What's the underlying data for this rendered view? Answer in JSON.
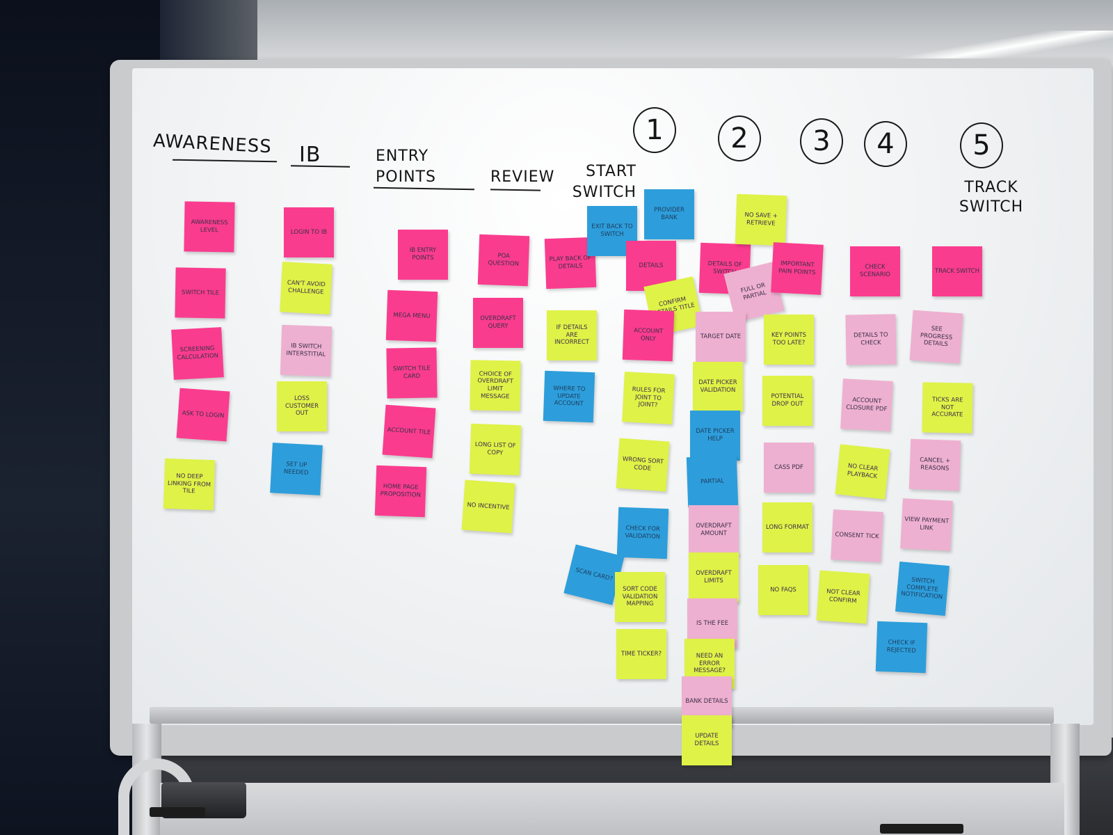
{
  "colors": {
    "pink": "#fa3c8e",
    "yellow": "#dff247",
    "blue": "#2d9edb",
    "light_pink": "#eeb0d0"
  },
  "headings": {
    "awareness": "AWARENESS",
    "ib": "IB",
    "entry_points": "ENTRY POINTS",
    "review": "REVIEW",
    "start_switch": "START SWITCH",
    "track_switch": "TRACK SWITCH"
  },
  "steps": [
    "1",
    "2",
    "3",
    "4",
    "5"
  ],
  "notes": [
    {
      "text": "AWARENESS LEVEL",
      "color": "pink"
    },
    {
      "text": "SWITCH TILE",
      "color": "pink"
    },
    {
      "text": "SCREENING CALCULATION",
      "color": "pink"
    },
    {
      "text": "ASK TO LOGIN",
      "color": "pink"
    },
    {
      "text": "NO DEEP LINKING FROM TILE",
      "color": "yellow"
    },
    {
      "text": "LOGIN TO IB",
      "color": "pink"
    },
    {
      "text": "CAN'T AVOID CHALLENGE",
      "color": "yellow"
    },
    {
      "text": "IB SWITCH INTERSTITIAL",
      "color": "lpink"
    },
    {
      "text": "LOSS CUSTOMER OUT",
      "color": "yellow"
    },
    {
      "text": "SET UP NEEDED",
      "color": "blue"
    },
    {
      "text": "IB ENTRY POINTS",
      "color": "pink"
    },
    {
      "text": "MEGA MENU",
      "color": "pink"
    },
    {
      "text": "SWITCH TILE CARD",
      "color": "pink"
    },
    {
      "text": "ACCOUNT TILE",
      "color": "pink"
    },
    {
      "text": "HOME PAGE PROPOSITION",
      "color": "pink"
    },
    {
      "text": "POA QUESTION",
      "color": "pink"
    },
    {
      "text": "OVERDRAFT QUERY",
      "color": "pink"
    },
    {
      "text": "CHOICE OF OVERDRAFT LIMIT MESSAGE",
      "color": "yellow"
    },
    {
      "text": "LONG LIST OF COPY",
      "color": "yellow"
    },
    {
      "text": "NO INCENTIVE",
      "color": "yellow"
    },
    {
      "text": "PLAY BACK OF DETAILS",
      "color": "pink"
    },
    {
      "text": "IF DETAILS ARE INCORRECT",
      "color": "yellow"
    },
    {
      "text": "WHERE TO UPDATE ACCOUNT",
      "color": "blue"
    },
    {
      "text": "EXIT BACK TO SWITCH",
      "color": "blue"
    },
    {
      "text": "PROVIDER BANK",
      "color": "blue"
    },
    {
      "text": "DETAILS",
      "color": "pink"
    },
    {
      "text": "CONFIRM DETAILS TITLE",
      "color": "yellow"
    },
    {
      "text": "ACCOUNT ONLY",
      "color": "pink"
    },
    {
      "text": "RULES FOR JOINT TO JOINT?",
      "color": "yellow"
    },
    {
      "text": "WRONG SORT CODE",
      "color": "yellow"
    },
    {
      "text": "CHECK FOR VALIDATION",
      "color": "blue"
    },
    {
      "text": "SCAN CARD?",
      "color": "blue"
    },
    {
      "text": "SORT CODE VALIDATION MAPPING",
      "color": "yellow"
    },
    {
      "text": "TIME TICKER?",
      "color": "yellow"
    },
    {
      "text": "DETAILS OF SWITCH",
      "color": "pink"
    },
    {
      "text": "FULL OR PARTIAL",
      "color": "lpink"
    },
    {
      "text": "TARGET DATE",
      "color": "lpink"
    },
    {
      "text": "DATE PICKER VALIDATION",
      "color": "yellow"
    },
    {
      "text": "DATE PICKER HELP",
      "color": "blue"
    },
    {
      "text": "PARTIAL",
      "color": "blue"
    },
    {
      "text": "OVERDRAFT AMOUNT",
      "color": "lpink"
    },
    {
      "text": "OVERDRAFT LIMITS",
      "color": "yellow"
    },
    {
      "text": "IS THE FEE",
      "color": "lpink"
    },
    {
      "text": "NEED AN ERROR MESSAGE?",
      "color": "yellow"
    },
    {
      "text": "BANK DETAILS",
      "color": "lpink"
    },
    {
      "text": "UPDATE DETAILS",
      "color": "yellow"
    },
    {
      "text": "NO SAVE + RETRIEVE",
      "color": "yellow"
    },
    {
      "text": "IMPORTANT PAIN POINTS",
      "color": "pink"
    },
    {
      "text": "KEY POINTS TOO LATE?",
      "color": "yellow"
    },
    {
      "text": "POTENTIAL DROP OUT",
      "color": "yellow"
    },
    {
      "text": "CASS PDF",
      "color": "lpink"
    },
    {
      "text": "LONG FORMAT",
      "color": "yellow"
    },
    {
      "text": "NO FAQS",
      "color": "yellow"
    },
    {
      "text": "CHECK SCENARIO",
      "color": "pink"
    },
    {
      "text": "DETAILS TO CHECK",
      "color": "lpink"
    },
    {
      "text": "ACCOUNT CLOSURE PDF",
      "color": "lpink"
    },
    {
      "text": "NO CLEAR PLAYBACK",
      "color": "yellow"
    },
    {
      "text": "CONSENT TICK",
      "color": "lpink"
    },
    {
      "text": "NOT CLEAR CONFIRM",
      "color": "yellow"
    },
    {
      "text": "CHECK IF REJECTED",
      "color": "blue"
    },
    {
      "text": "TRACK SWITCH",
      "color": "pink"
    },
    {
      "text": "SEE PROGRESS DETAILS",
      "color": "lpink"
    },
    {
      "text": "TICKS ARE NOT ACCURATE",
      "color": "yellow"
    },
    {
      "text": "CANCEL + REASONS",
      "color": "lpink"
    },
    {
      "text": "VIEW PAYMENT LINK",
      "color": "lpink"
    },
    {
      "text": "SWITCH COMPLETE NOTIFICATION",
      "color": "blue"
    }
  ]
}
